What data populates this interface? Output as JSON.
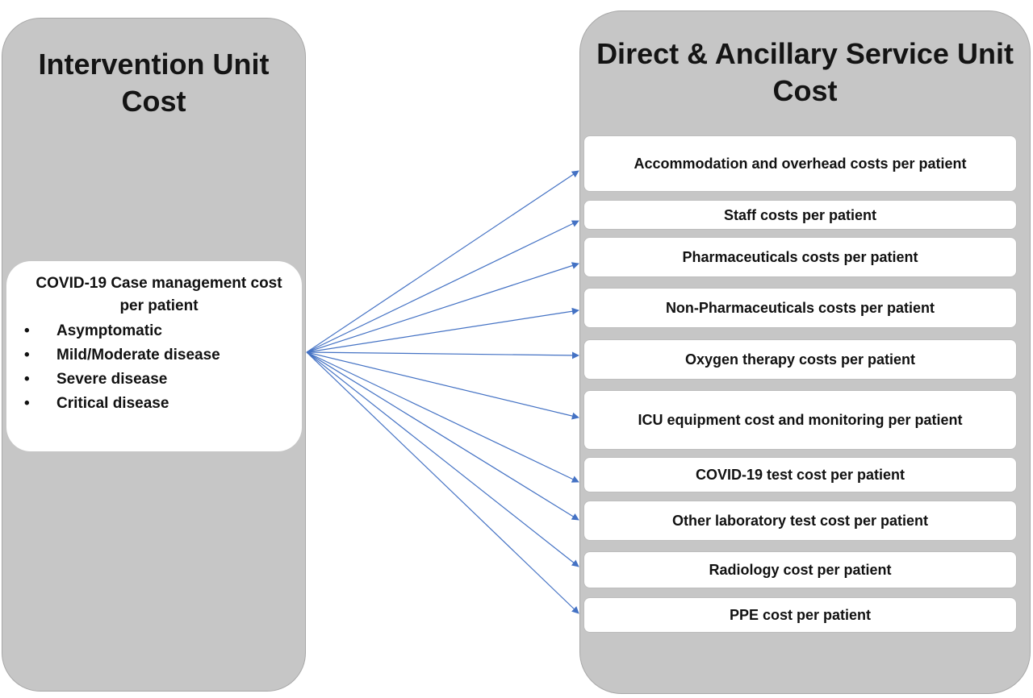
{
  "left_panel": {
    "title": "Intervention Unit Cost",
    "case_box": {
      "title": "COVID-19 Case management cost per patient",
      "items": [
        "Asymptomatic",
        "Mild/Moderate disease",
        "Severe disease",
        "Critical disease"
      ]
    }
  },
  "right_panel": {
    "title": "Direct & Ancillary Service Unit Cost",
    "items": [
      "Accommodation and overhead costs per patient",
      "Staff costs per patient",
      "Pharmaceuticals costs per patient",
      "Non-Pharmaceuticals costs per patient",
      "Oxygen therapy costs per patient",
      "ICU equipment cost and monitoring per patient",
      "COVID-19 test cost per patient",
      "Other laboratory test cost per patient",
      "Radiology cost per patient",
      "PPE cost per patient"
    ]
  },
  "colors": {
    "panel_fill": "#c6c6c6",
    "box_fill": "#ffffff",
    "arrow": "#4472c4"
  }
}
